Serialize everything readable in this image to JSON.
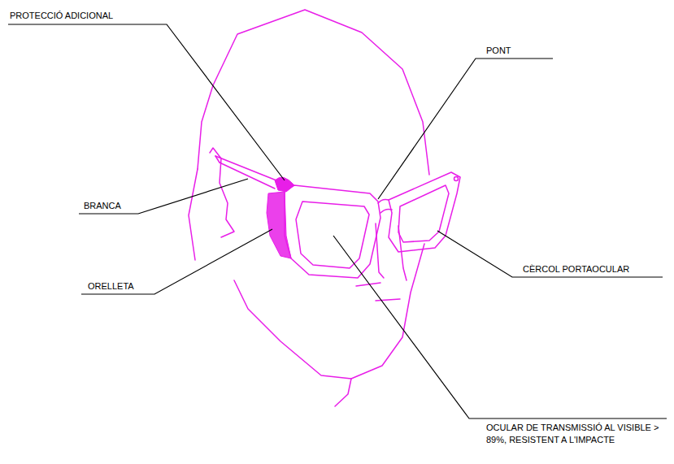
{
  "diagram": {
    "labels": [
      "PROTECCIÓ ADICIONAL",
      "PONT",
      "BRANCA",
      "CÈRCOL PORTAOCULAR",
      "ORELLETA",
      "OCULAR DE TRANSMISSIÓ AL VISIBLE > 89%, RESISTENT A L'IMPACTE"
    ]
  }
}
